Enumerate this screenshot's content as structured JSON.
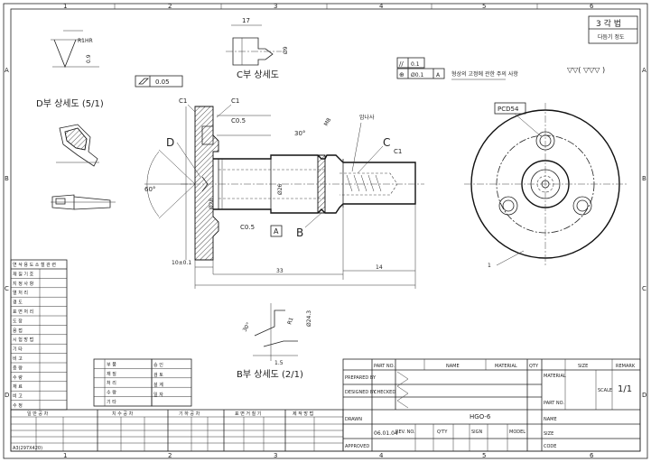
{
  "sheet": {
    "column_numbers": [
      "1",
      "2",
      "3",
      "4",
      "5",
      "6"
    ],
    "row_letters": [
      "A",
      "B",
      "C",
      "D"
    ]
  },
  "title_corner": {
    "method": "3 각 법",
    "sub": "다듬기 정도"
  },
  "finish_symbol": "▽▽( ▽▽▽ )",
  "views": {
    "d_detail": {
      "label": "D부 상세도 (5/1)",
      "dim_angle": "R1HR",
      "dim_ht": "0.9"
    },
    "c_detail": {
      "label": "C부 상세도",
      "dim_len": "17",
      "dim_dia": "Ø9"
    },
    "b_detail": {
      "label": "B부 상세도 (2/1)",
      "dim_r": "R1",
      "dim_dia": "Ø24.3",
      "dim_len": "1.5",
      "dim_ang": "30°"
    }
  },
  "main": {
    "flatness": "0.05",
    "chamfers": [
      "C1",
      "C1",
      "C0.5",
      "C0.5",
      "C1"
    ],
    "label_d": "D",
    "label_c": "C",
    "label_b": "B",
    "datum": "A",
    "angle_60": "60°",
    "angle_30": "30°",
    "dia_left": "Ø28",
    "dia_right": "Ø26",
    "dim_bottom": "10±0.1",
    "dim_mid": "33",
    "dim_14": "14",
    "note_thread": "암나사",
    "note_m": "M8",
    "ref_1": "1"
  },
  "position_tol": {
    "parallel": "// ",
    "parallel_val": "0.1",
    "pos_symbol": "⊕",
    "pos_val": "Ø0.1",
    "datum": "A",
    "note": "형상의 고정에 관한 주의 사항"
  },
  "side_view": {
    "pcd": "PCD54"
  },
  "left_table": {
    "title": "연 삭 용 도 소 철 관 련",
    "rows": [
      "재 질 기 호",
      "지 정 사 항",
      "열 처 리",
      "경 도",
      "표 면 처 리",
      "도 장",
      "용 접",
      "시 험 방 법",
      "기 타",
      "비 고",
      "중 량",
      "수 량",
      "재 료",
      "비 고",
      "수 정"
    ]
  },
  "mid_table": {
    "rows": [
      "부 품",
      "재 질",
      "처 리",
      "수 량",
      "기 타"
    ],
    "cols": [
      "승 인",
      "검 토",
      "설 계",
      "일 자"
    ]
  },
  "title_block": {
    "headers": [
      "PART NO.",
      "NAME",
      "MATERIAL",
      "QTY",
      "SIZE",
      "REMARK"
    ],
    "row_labels": [
      "PREPARED BY",
      "DESIGNED BY",
      "CHECKED",
      "DRAWN",
      "APPROVED"
    ],
    "drawing_no": "HGO-6",
    "scale_label": "SCALE",
    "scale": "1/1",
    "date": "06.01.04",
    "part_no_label": "PART NO.",
    "material_label": "MATERIAL",
    "name_label": "NAME",
    "size_label": "SIZE",
    "code_label": "CODE",
    "rev_label": "REV. NO.",
    "sign_label": "SIGN",
    "model_label": "MODEL",
    "qty_label": "Q'TY"
  },
  "bottom_table": {
    "groups": [
      "일 반 공 차",
      "치 수 공 차",
      "기 하 공 차",
      "표 면 거 칠 기",
      "제 작 방 법"
    ],
    "tag": "A3(297X420)"
  }
}
